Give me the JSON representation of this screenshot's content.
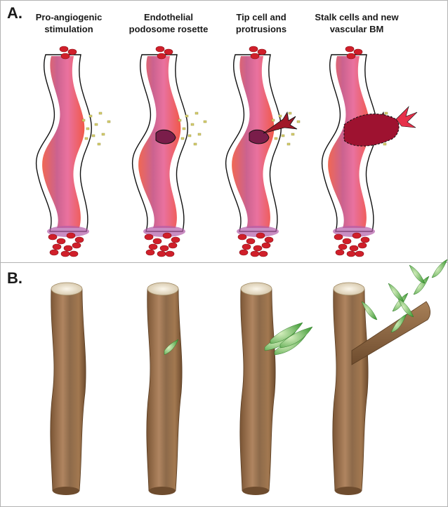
{
  "panel_a": {
    "label": "A.",
    "stages": [
      {
        "line1": "Pro-angiogenic",
        "line2": "stimulation"
      },
      {
        "line1": "Endothelial",
        "line2": "podosome rosette"
      },
      {
        "line1": "Tip cell and",
        "line2": "protrusions"
      },
      {
        "line1": "Stalk cells and new",
        "line2": "vascular BM"
      }
    ]
  },
  "panel_b": {
    "label": "B."
  },
  "colors": {
    "vessel_outline": "#111111",
    "vessel_fill": "#e8556a",
    "red_blood_cell": "#d01f2a",
    "vegf_particle": "#d8d070",
    "tip_cell": "#a01828",
    "tree_bark": "#8a6440",
    "leaf": "#5fb84a",
    "divider": "#b3b3b3"
  }
}
